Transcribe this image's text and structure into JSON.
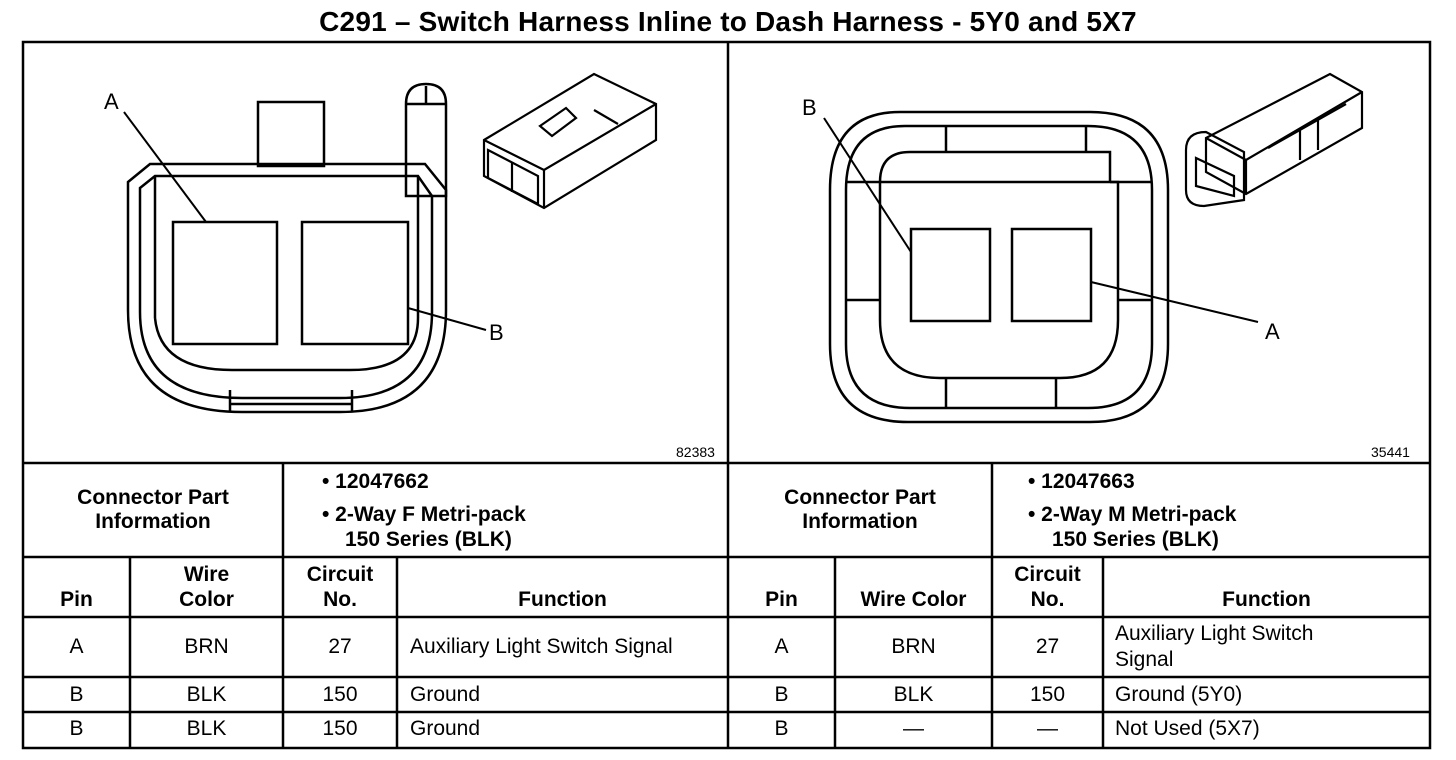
{
  "title": "C291 – Switch Harness Inline to Dash Harness - 5Y0 and 5X7",
  "left": {
    "figure_id": "82383",
    "label_a": "A",
    "label_b": "B",
    "part_info_label_1": "Connector Part",
    "part_info_label_2": "Information",
    "part_number": "• 12047662",
    "part_desc_1": "• 2-Way F Metri-pack",
    "part_desc_2": "150 Series (BLK)",
    "headers": {
      "pin": "Pin",
      "wire_1": "Wire",
      "wire_2": "Color",
      "circuit_1": "Circuit",
      "circuit_2": "No.",
      "function": "Function"
    },
    "rows": [
      {
        "pin": "A",
        "wire": "BRN",
        "circuit": "27",
        "function": "Auxiliary Light Switch Signal"
      },
      {
        "pin": "B",
        "wire": "BLK",
        "circuit": "150",
        "function": "Ground"
      },
      {
        "pin": "B",
        "wire": "BLK",
        "circuit": "150",
        "function": "Ground"
      }
    ]
  },
  "right": {
    "figure_id": "35441",
    "label_a": "A",
    "label_b": "B",
    "part_info_label_1": "Connector Part",
    "part_info_label_2": "Information",
    "part_number": "• 12047663",
    "part_desc_1": "• 2-Way M Metri-pack",
    "part_desc_2": "150 Series (BLK)",
    "headers": {
      "pin": "Pin",
      "wire": "Wire Color",
      "circuit_1": "Circuit",
      "circuit_2": "No.",
      "function": "Function"
    },
    "rows": [
      {
        "pin": "A",
        "wire": "BRN",
        "circuit": "27",
        "function_1": "Auxiliary Light Switch",
        "function_2": "Signal"
      },
      {
        "pin": "B",
        "wire": "BLK",
        "circuit": "150",
        "function_1": "Ground (5Y0)"
      },
      {
        "pin": "B",
        "wire": "—",
        "circuit": "—",
        "function_1": "Not Used (5X7)"
      }
    ]
  }
}
